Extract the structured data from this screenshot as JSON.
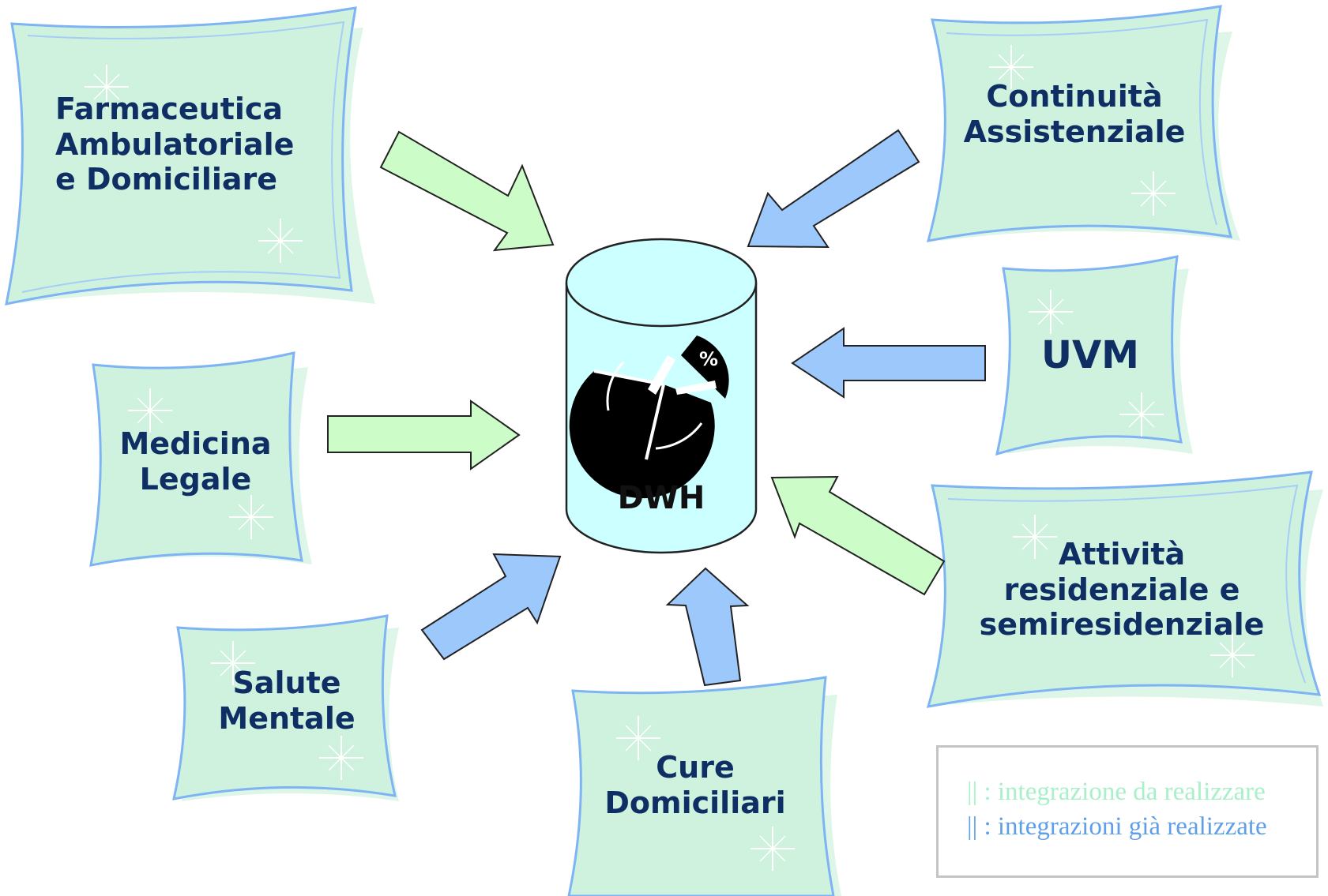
{
  "diagram": {
    "center": {
      "label": "DWH",
      "icon": "pie-chart-percent-icon"
    },
    "sources": [
      {
        "id": "farmaceutica",
        "label": "Farmaceutica\nAmbulatoriale\ne Domiciliare",
        "status": "da_realizzare"
      },
      {
        "id": "continuita",
        "label": "Continuità\nAssistenziale",
        "status": "realizzata"
      },
      {
        "id": "uvm",
        "label": "UVM",
        "status": "realizzata"
      },
      {
        "id": "attivita",
        "label": "Attività\nresidenziale e\nsemiresidenziale",
        "status": "da_realizzare"
      },
      {
        "id": "medicina",
        "label": "Medicina\nLegale",
        "status": "da_realizzare"
      },
      {
        "id": "salute",
        "label": "Salute\nMentale",
        "status": "realizzata"
      },
      {
        "id": "cure",
        "label": "Cure\nDomiciliari",
        "status": "realizzata"
      }
    ]
  },
  "legend": {
    "items": [
      {
        "marker": "||",
        "text": " : integrazione da realizzare",
        "color": "#a8f0c8"
      },
      {
        "marker": "||",
        "text": " : integrazioni già realizzate",
        "color": "#5f9fe8"
      }
    ]
  },
  "colors": {
    "arrow_green": "#ccfcc8",
    "arrow_blue": "#9cc8fc",
    "box_fill": "#cef2de",
    "box_border": "#7fb4f4",
    "cylinder_fill": "#ccffff",
    "label_text": "#0f2e63"
  }
}
